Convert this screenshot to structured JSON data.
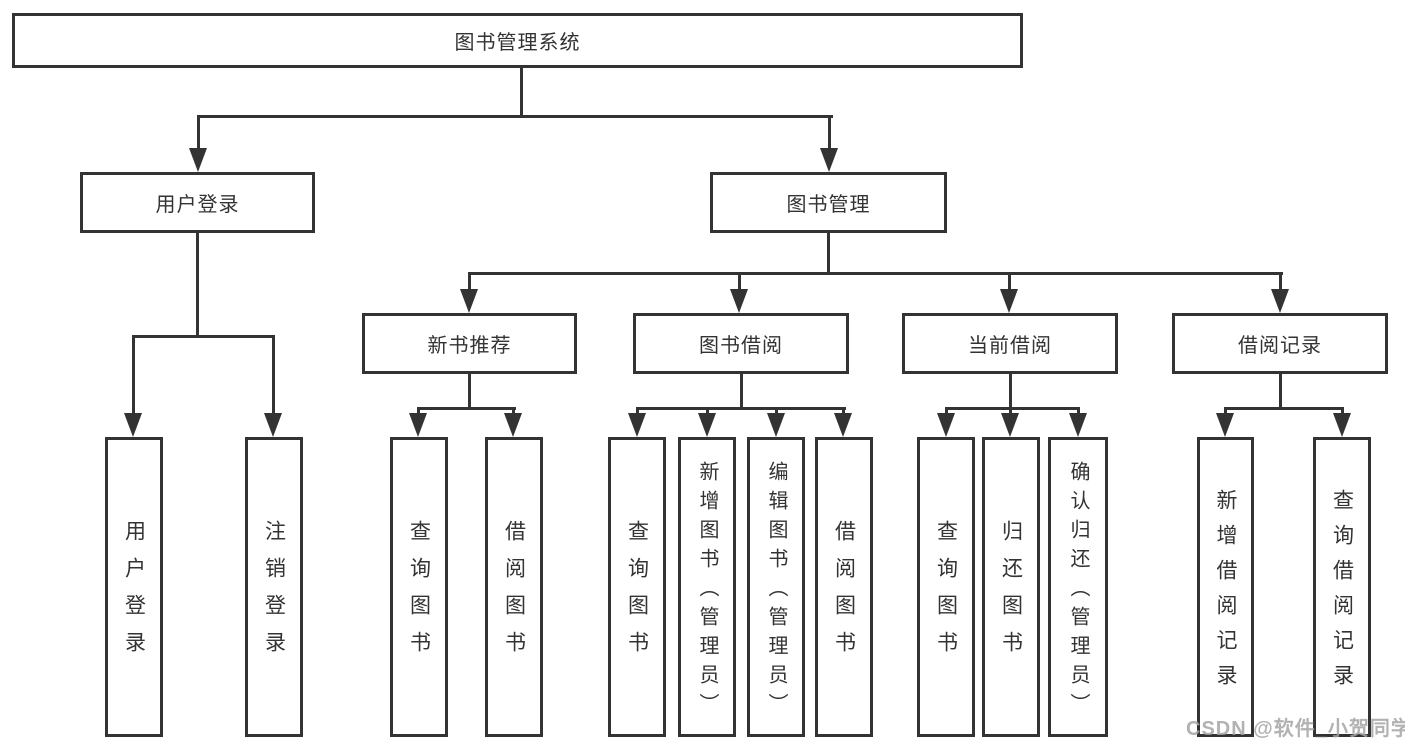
{
  "diagram": {
    "root": {
      "label": "图书管理系统"
    },
    "level2": [
      {
        "label": "用户登录",
        "parent": "图书管理系统"
      },
      {
        "label": "图书管理",
        "parent": "图书管理系统"
      }
    ],
    "level3": [
      {
        "label": "新书推荐",
        "parent": "图书管理"
      },
      {
        "label": "图书借阅",
        "parent": "图书管理"
      },
      {
        "label": "当前借阅",
        "parent": "图书管理"
      },
      {
        "label": "借阅记录",
        "parent": "图书管理"
      }
    ],
    "leaves": [
      {
        "label": "用户登录",
        "parent": "用户登录"
      },
      {
        "label": "注销登录",
        "parent": "用户登录"
      },
      {
        "label": "查询图书",
        "parent": "新书推荐"
      },
      {
        "label": "借阅图书",
        "parent": "新书推荐"
      },
      {
        "label": "查询图书",
        "parent": "图书借阅"
      },
      {
        "label": "新增图书（管理员）",
        "parent": "图书借阅"
      },
      {
        "label": "编辑图书（管理员）",
        "parent": "图书借阅"
      },
      {
        "label": "借阅图书",
        "parent": "图书借阅"
      },
      {
        "label": "查询图书",
        "parent": "当前借阅"
      },
      {
        "label": "归还图书",
        "parent": "当前借阅"
      },
      {
        "label": "确认归还（管理员）",
        "parent": "当前借阅"
      },
      {
        "label": "新增借阅记录",
        "parent": "借阅记录"
      },
      {
        "label": "查询借阅记录",
        "parent": "借阅记录"
      }
    ],
    "watermark": "CSDN @软件_小贺同学",
    "colors": {
      "line": "#333333",
      "text": "#333333",
      "box_background": "#ffffff",
      "page_background": "#ffffff",
      "watermark_text": "#a5a5a5"
    }
  }
}
